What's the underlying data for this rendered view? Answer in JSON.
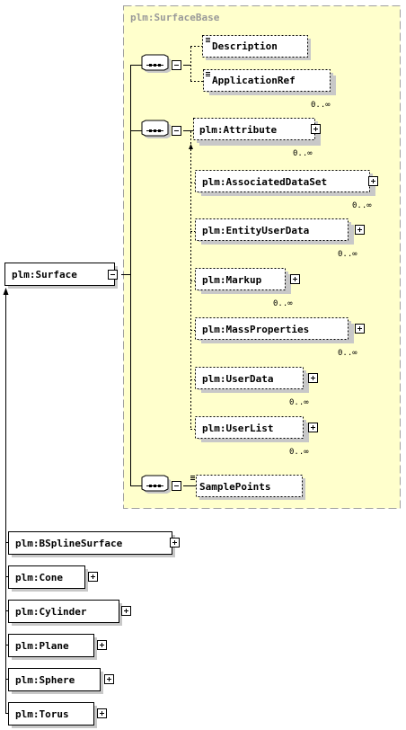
{
  "group": {
    "title": "plm:SurfaceBase",
    "fill": "#ffffcc",
    "border": "#a0a0a0"
  },
  "root": {
    "label": "plm:Surface"
  },
  "elements": {
    "description": {
      "label": "Description",
      "occurs": ""
    },
    "application_ref": {
      "label": "ApplicationRef",
      "occurs": "0..∞"
    },
    "attribute": {
      "label": "plm:Attribute",
      "occurs": "0..∞"
    },
    "associated_data_set": {
      "label": "plm:AssociatedDataSet",
      "occurs": "0..∞"
    },
    "entity_user_data": {
      "label": "plm:EntityUserData",
      "occurs": "0..∞"
    },
    "markup": {
      "label": "plm:Markup",
      "occurs": "0..∞"
    },
    "mass_properties": {
      "label": "plm:MassProperties",
      "occurs": "0..∞"
    },
    "user_data": {
      "label": "plm:UserData",
      "occurs": "0..∞"
    },
    "user_list": {
      "label": "plm:UserList",
      "occurs": "0..∞"
    },
    "sample_points": {
      "label": "SamplePoints",
      "occurs": ""
    }
  },
  "derived": [
    {
      "label": "plm:BSplineSurface"
    },
    {
      "label": "plm:Cone"
    },
    {
      "label": "plm:Cylinder"
    },
    {
      "label": "plm:Plane"
    },
    {
      "label": "plm:Sphere"
    },
    {
      "label": "plm:Torus"
    }
  ],
  "icons": {
    "sequence": "sequence-compositor-icon",
    "expand": "expand-plus-icon",
    "collapse": "collapse-minus-icon",
    "annotation": "documentation-icon"
  }
}
